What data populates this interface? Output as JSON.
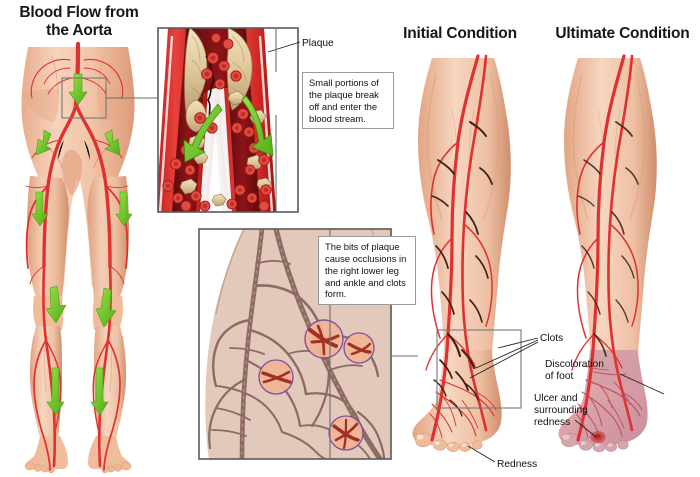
{
  "figure": {
    "type": "medical-illustration",
    "subject": "Peripheral arterial disease: atheroembolism from the aorta causing occlusions, clots, discoloration and ulceration of the right lower leg and foot"
  },
  "headings": {
    "left": "Blood Flow from\nthe Aorta",
    "left_line1": "Blood Flow from",
    "left_line2": "the Aorta",
    "middle": "Initial Condition",
    "right": "Ultimate Condition"
  },
  "callouts": {
    "plaque_break": "Small portions of the plaque break off and enter the blood stream.",
    "occlusions": "The bits of plaque cause occlusions in the right lower leg and ankle and clots form."
  },
  "labels": {
    "plaque": "Plaque",
    "clots": "Clots",
    "discoloration": "Discoloration of foot",
    "discoloration_line1": "Discoloration",
    "discoloration_line2": "of foot",
    "ulcer": "Ulcer and surrounding redness",
    "ulcer_line1": "Ulcer and",
    "ulcer_line2": "surrounding",
    "ulcer_line3": "redness",
    "redness": "Redness"
  },
  "panels": {
    "left_figure": {
      "name": "anterior-lower-body-arteries",
      "description": "Anterior view of pelvis and both legs showing red arterial tree with green blood-flow direction arrows"
    },
    "inset_artery": {
      "name": "aortic-bifurcation-cross-section",
      "description": "Magnified longitudinal cross-section of the aortic bifurcation with yellow plaque, red blood cells, detached plaque fragments and green arrows showing emboli travelling downstream"
    },
    "inset_vessels": {
      "name": "lower-leg-vessel-occlusions",
      "description": "Stylized diagram of lower leg and ankle vessel network with three circular highlights marking occlusions and clots"
    },
    "middle_figure": {
      "name": "initial-condition-leg",
      "description": "Right lower leg and foot, normal skin tone, with arteries and dark clot segments at the ankle"
    },
    "right_figure": {
      "name": "ultimate-condition-leg",
      "description": "Right lower leg and foot with purple-pink discolored foot and a red ulcer on the great toe"
    }
  },
  "colors": {
    "artery": "#e03030",
    "artery_dark": "#b51f1f",
    "vein_dark": "#4a2a22",
    "flow_arrow": "#63c221",
    "flow_arrow_light": "#96dc4a",
    "plaque": "#e8d2a4",
    "blood_lumen": "#7e0f12",
    "rbc": "#e04040",
    "skin": "#efbfa4",
    "skin_shadow": "#d79a79",
    "inset_bg": "#e3c9bc",
    "discolored_foot": "#d9a0ac",
    "ulcer": "#d23b3b",
    "frame": "#595959"
  },
  "flow_arrows": {
    "count": 8,
    "meaning": "direction of arterial blood flow from the aorta into both legs"
  },
  "inset_vessel_clots": {
    "count": 3,
    "meaning": "circular highlights marking sites where plaque emboli have occluded vessels and clots have formed"
  }
}
